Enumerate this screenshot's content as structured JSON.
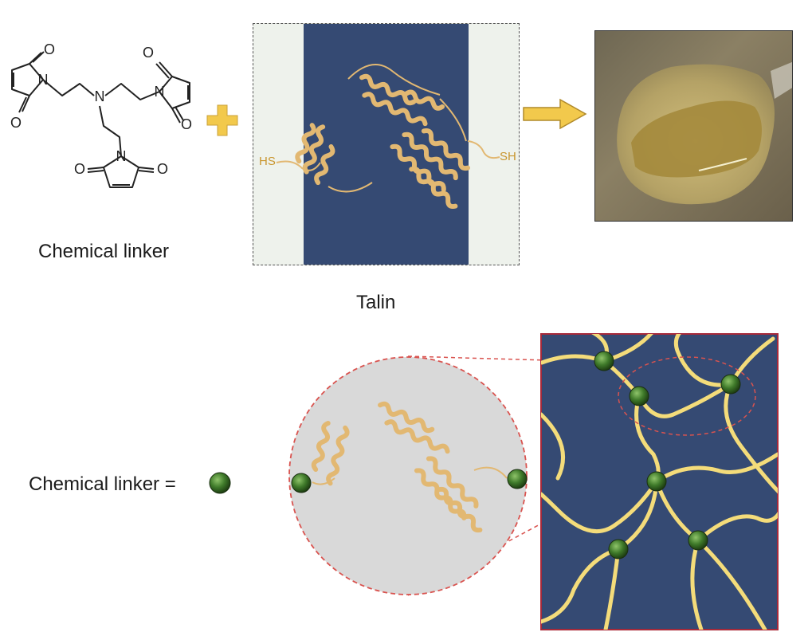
{
  "linker": {
    "caption": "Chemical linker",
    "atoms": {
      "n": "N",
      "o": "O"
    }
  },
  "talin": {
    "caption": "Talin",
    "thiol_left": "HS",
    "thiol_right": "SH"
  },
  "legend": {
    "text": "Chemical linker ="
  },
  "colors": {
    "navy": "#354a73",
    "protein": "#e2b872",
    "fiber": "#f4dc7a",
    "node": "#3f7a2a",
    "arrow_fill": "#f2c94c",
    "dashed_red": "#d9534f",
    "panel_side": "#eef2ec",
    "zoom_circle": "#d9d9d9"
  },
  "icons": {
    "plus": "plus-icon",
    "arrow": "right-arrow-icon",
    "node": "linker-sphere-icon"
  }
}
